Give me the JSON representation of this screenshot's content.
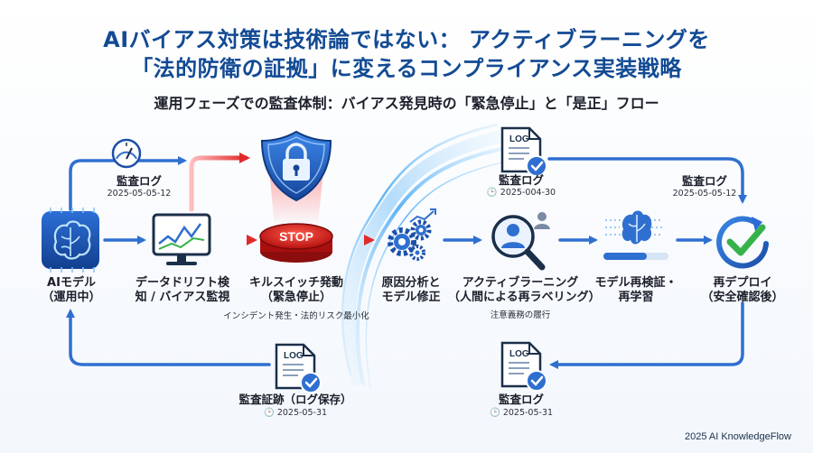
{
  "header": {
    "title_line1": "AIバイアス対策は技術論ではない： アクティブラーニングを",
    "title_line2": "「法的防衛の証拠」に変えるコンプライアンス実装戦略",
    "subtitle": "運用フェーズでの監査体制：バイアス発見時の「緊急停止」と「是正」フロー"
  },
  "nodes": {
    "ai_model": {
      "line1": "AIモデル",
      "line2": "（運用中）",
      "icon": "brain-chip-icon"
    },
    "drift": {
      "line1": "データドリフト検",
      "line2": "知 / バイアス監視",
      "icon": "monitor-chart-icon"
    },
    "kill_switch": {
      "line1": "キルスイッチ発動",
      "line2": "（緊急停止）",
      "note": "インシデント発生・法的リスク最小化",
      "button_text": "STOP",
      "icon": "shield-lock-icon"
    },
    "root_cause": {
      "line1": "原因分析と",
      "line2": "モデル修正",
      "icon": "gears-icon"
    },
    "active_learning": {
      "line1": "アクティブラーニング",
      "line2": "（人間による再ラベリング）",
      "note": "注意義務の履行",
      "icon": "magnifier-person-icon"
    },
    "retrain": {
      "line1": "モデル再検証・",
      "line2": "再学習",
      "icon": "brain-progress-icon"
    },
    "redeploy": {
      "line1": "再デプロイ",
      "line2": "（安全確認後）",
      "icon": "check-cycle-icon"
    }
  },
  "logs": {
    "log_tag": "LOG",
    "top_left": {
      "title": "監査ログ",
      "date": "2025-05-05-12"
    },
    "top_middle": {
      "title": "監査ログ",
      "date": "2025-004-30"
    },
    "top_right": {
      "title": "監査ログ",
      "date": "2025-05-05-12"
    },
    "bottom_left": {
      "title": "監査証跡（ログ保存）",
      "date": "2025-05-31"
    },
    "bottom_right": {
      "title": "監査ログ",
      "date": "2025-05-31"
    }
  },
  "footer": {
    "brand": "2025 AI KnowledgeFlow"
  },
  "colors": {
    "title": "#124a94",
    "flow": "#2f6fd0",
    "alert": "#e02a2a",
    "accent_green": "#35b24a"
  }
}
